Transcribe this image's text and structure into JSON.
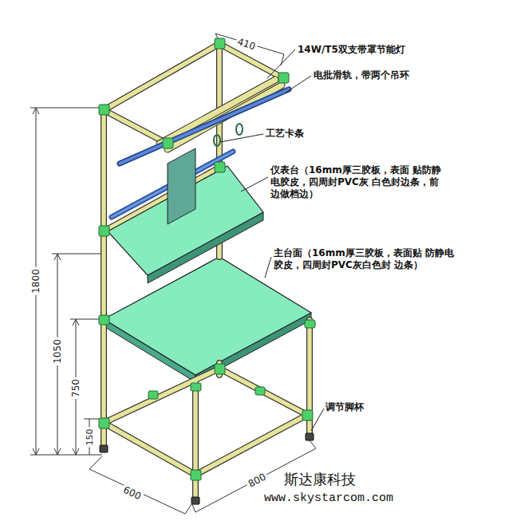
{
  "diagram": {
    "labels": [
      "410",
      "14W/T5双支带罩节能灯",
      "电批滑轨，带两个吊环",
      "工艺卡条",
      "仪表台（16mm厚三胶板，表面 贴防静电胶皮，四周封PVC灰 白色封边条，前边做档边）",
      "主台面（16mm厚三胶板，表面贴 防静电胶皮，四周封PVC灰白色封 边条）",
      "1800",
      "1050",
      "750",
      "150",
      "调节脚杯",
      "600",
      "800",
      "斯达康科技",
      "www.skystarcom.com"
    ]
  }
}
